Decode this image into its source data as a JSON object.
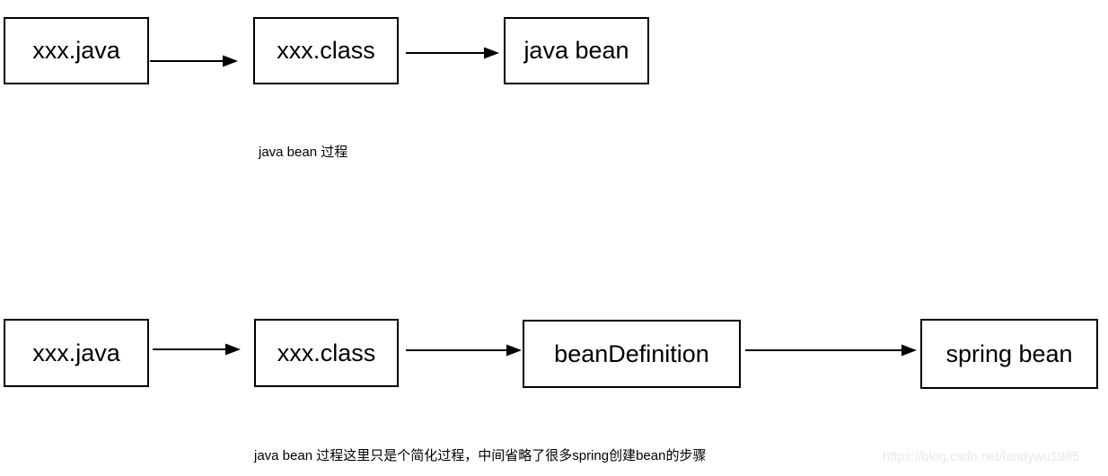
{
  "flow_top": {
    "nodes": [
      "xxx.java",
      "xxx.class",
      "java bean"
    ],
    "caption": "java bean 过程"
  },
  "flow_bottom": {
    "nodes": [
      "xxx.java",
      "xxx.class",
      "beanDefinition",
      "spring bean"
    ],
    "caption": "java bean 过程这里只是个简化过程，中间省略了很多spring创建bean的步骤"
  },
  "watermark": "https://blog.csdn.net/landywu1985",
  "colors": {
    "background": "#ffffff",
    "box_border": "#000000",
    "box_fill": "#ffffff",
    "text": "#000000",
    "arrow": "#000000",
    "watermark": "#e9e9e9"
  }
}
